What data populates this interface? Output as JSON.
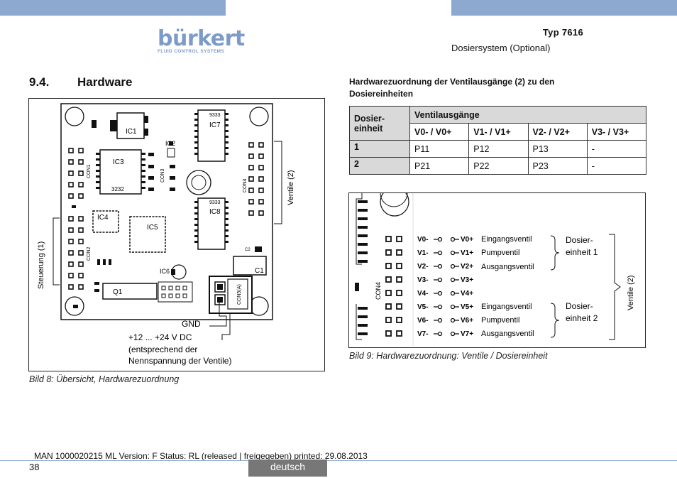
{
  "header": {
    "logo_text": "bürkert",
    "logo_subtitle": "FLUID CONTROL SYSTEMS",
    "typ": "Typ 7616",
    "subtitle": "Dosiersystem (Optional)"
  },
  "section": {
    "number": "9.4.",
    "title": "Hardware"
  },
  "right_heading": "Hardwarezuordnung der Ventilausgänge (2) zu den Dosiereinheiten",
  "table": {
    "col0_header": "Dosier- einheit",
    "group_header": "Ventilausgänge",
    "subheaders": [
      "V0- / V0+",
      "V1- / V1+",
      "V2- / V2+",
      "V3- / V3+"
    ],
    "rows": [
      {
        "unit": "1",
        "cells": [
          "P11",
          "P12",
          "P13",
          "-"
        ]
      },
      {
        "unit": "2",
        "cells": [
          "P21",
          "P22",
          "P23",
          "-"
        ]
      }
    ]
  },
  "board": {
    "ic_labels": [
      "IC1",
      "IC2",
      "IC3",
      "IC4",
      "IC5",
      "IC6",
      "IC7",
      "IC8"
    ],
    "con_labels": [
      "CON1",
      "CON2",
      "CON3",
      "CON4",
      "CON5(A)"
    ],
    "small_labels": [
      "3232",
      "9333",
      "9333",
      "C1",
      "Q1",
      "C2"
    ],
    "steuerung": "Steuerung (1)",
    "ventile": "Ventile (2)",
    "gnd": "GND",
    "supply_1": "+12 ... +24 V DC",
    "supply_2": "(entsprechend der",
    "supply_3": "Nennspannung der Ventile)"
  },
  "valves": {
    "con_label": "CON4",
    "ventile": "Ventile (2)",
    "minus": [
      "V0-",
      "V1-",
      "V2-",
      "V3-",
      "V4-",
      "V5-",
      "V6-",
      "V7-"
    ],
    "plus": [
      "V0+",
      "V1+",
      "V2+",
      "V3+",
      "V4+",
      "V5+",
      "V6+",
      "V7+"
    ],
    "unit1_names": [
      "Eingangsventil",
      "Pumpventil",
      "Ausgangsventil"
    ],
    "unit2_names": [
      "Eingangsventil",
      "Pumpventil",
      "Ausgangsventil"
    ],
    "unit1_label_1": "Dosier-",
    "unit1_label_2": "einheit 1",
    "unit2_label_1": "Dosier-",
    "unit2_label_2": "einheit 2"
  },
  "captions": {
    "fig8": "Bild 8:   Übersicht, Hardwarezuordnung",
    "fig9": "Bild 9:   Hardwarezuordnung: Ventile / Dosiereinheit"
  },
  "footer": {
    "man": "MAN  1000020215  ML  Version: F Status: RL (released | freigegeben)  printed: 29.08.2013",
    "page": "38",
    "language": "deutsch"
  }
}
